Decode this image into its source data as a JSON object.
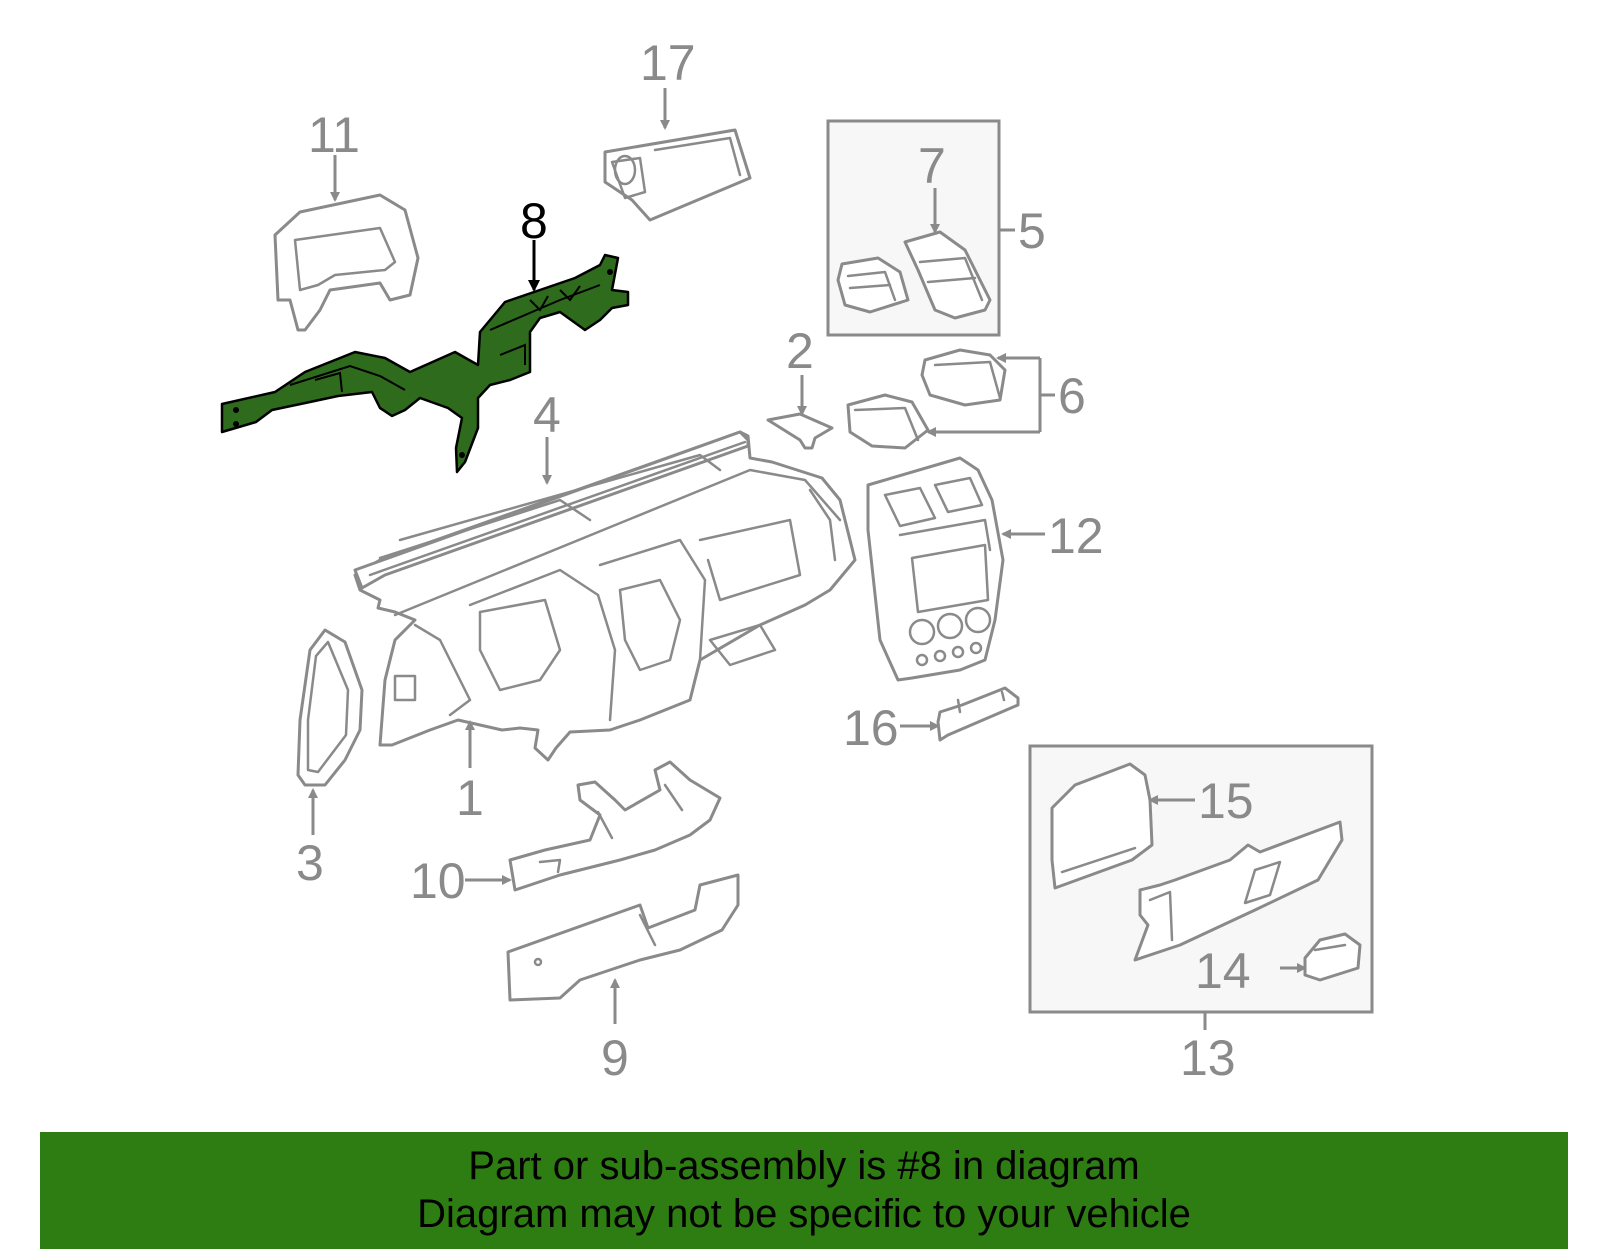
{
  "diagram": {
    "callouts": {
      "c1": "1",
      "c2": "2",
      "c3": "3",
      "c4": "4",
      "c5": "5",
      "c6": "6",
      "c7": "7",
      "c8": "8",
      "c9": "9",
      "c10": "10",
      "c11": "11",
      "c12": "12",
      "c13": "13",
      "c14": "14",
      "c15": "15",
      "c16": "16",
      "c17": "17"
    },
    "highlighted_part": "8",
    "colors": {
      "highlight_fill": "#2e6b1c",
      "line_gray": "#8a8a8a",
      "banner_green": "#2e7d12"
    }
  },
  "banner": {
    "line1": "Part or sub-assembly is #8 in diagram",
    "line2": "Diagram may not be specific to your vehicle"
  }
}
